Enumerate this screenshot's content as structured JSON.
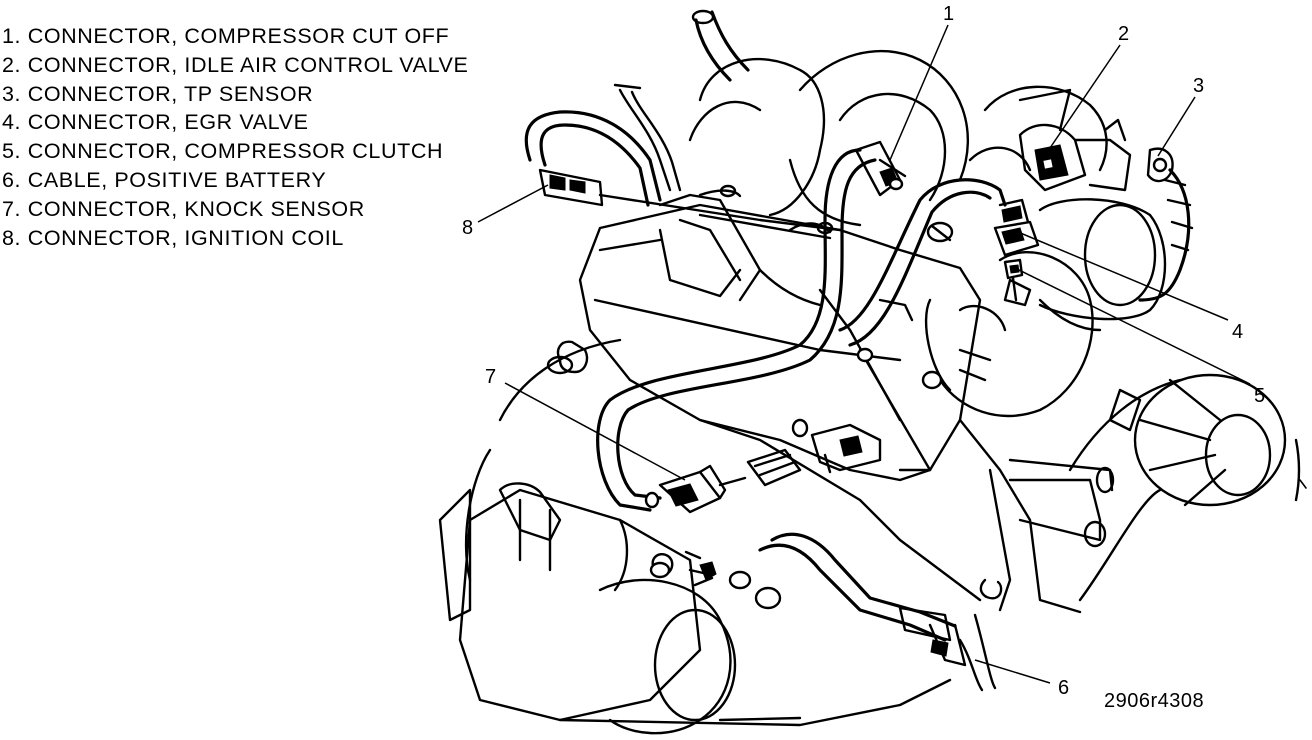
{
  "legend": [
    "1. CONNECTOR, COMPRESSOR CUT OFF",
    "2. CONNECTOR, IDLE AIR CONTROL VALVE",
    "3. CONNECTOR, TP SENSOR",
    "4. CONNECTOR, EGR VALVE",
    "5. CONNECTOR, COMPRESSOR CLUTCH",
    "6. CABLE, POSITIVE BATTERY",
    "7. CONNECTOR, KNOCK SENSOR",
    "8. CONNECTOR, IGNITION COIL"
  ],
  "callouts": [
    {
      "id": "callout-1",
      "label": "1"
    },
    {
      "id": "callout-2",
      "label": "2"
    },
    {
      "id": "callout-3",
      "label": "3"
    },
    {
      "id": "callout-4",
      "label": "4"
    },
    {
      "id": "callout-5",
      "label": "5"
    },
    {
      "id": "callout-6",
      "label": "6"
    },
    {
      "id": "callout-7",
      "label": "7"
    },
    {
      "id": "callout-8",
      "label": "8"
    }
  ],
  "figure_id": "2906r4308"
}
